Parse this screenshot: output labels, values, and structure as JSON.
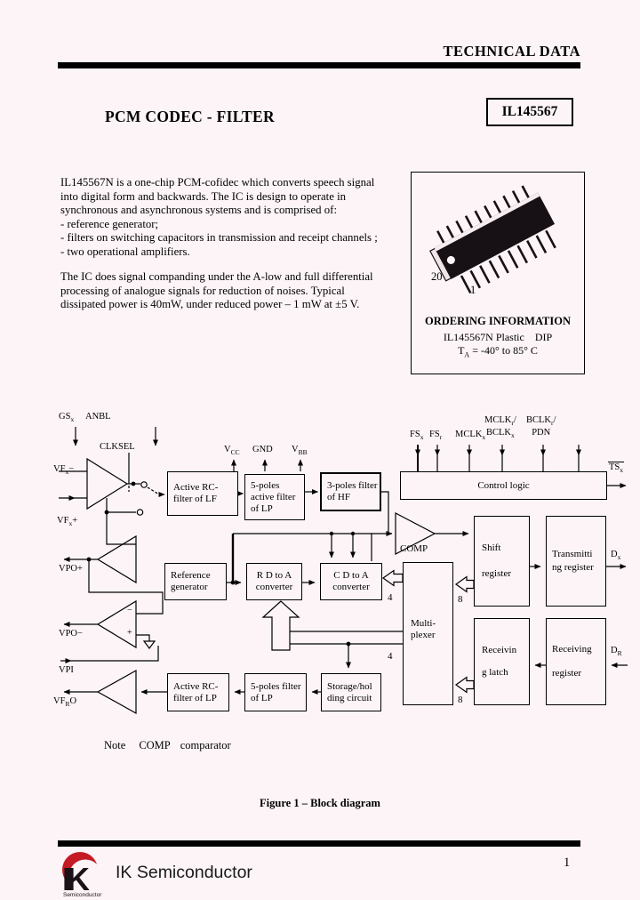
{
  "page": {
    "bg": "#fcf4f7",
    "ink": "#000000",
    "accent_red": "#c41b24"
  },
  "header": {
    "doc_type": "TECHNICAL DATA"
  },
  "title": {
    "product": "PCM CODEC - FILTER",
    "part": "IL145567"
  },
  "intro": {
    "para1": [
      "IL145567N is a one-chip PCM-cofidec which converts speech signal",
      "into digital form and backwards. The IC is design to operate in",
      "synchronous and asynchronous systems and is comprised of:",
      "- reference generator;",
      "- filters on switching capacitors in transmission and receipt channels ;",
      "- two operational amplifiers."
    ],
    "para2": [
      "The IC does signal companding under the A-low and full differential",
      "processing of analogue signals for reduction of noises. Typical",
      "dissipated power is 40mW, under reduced power – 1 mW at ±5 V."
    ]
  },
  "ordering": {
    "pin_20": "20",
    "pin_1": "1",
    "heading": "ORDERING INFORMATION",
    "package_line": "IL145567N Plastic    DIP",
    "temp_base": "T",
    "temp_sub": "A",
    "temp_rest": " = -40° to 85° C"
  },
  "diagram": {
    "blocks": {
      "active_rc_lf": {
        "lines": [
          "Active RC-",
          "filter of LF"
        ]
      },
      "lp5_active": {
        "lines": [
          "5-poles",
          "active filter",
          "of LP"
        ]
      },
      "hf3": {
        "lines": [
          "3-poles filter",
          "of HF"
        ]
      },
      "control_logic": {
        "lines": [
          "Control logic"
        ]
      },
      "ref_gen": {
        "lines": [
          "Reference",
          "generator"
        ]
      },
      "rda": {
        "lines": [
          "R D to A",
          "converter"
        ]
      },
      "cda": {
        "lines": [
          "C D to A",
          "converter"
        ]
      },
      "mux": {
        "lines": [
          "Multi-",
          "plexer"
        ]
      },
      "shift_reg": {
        "lines": [
          "Shift",
          "register"
        ]
      },
      "tx_reg": {
        "lines": [
          "Transmitti",
          "ng register"
        ]
      },
      "rx_latch": {
        "lines": [
          "Receivin",
          "g latch"
        ]
      },
      "rx_reg": {
        "lines": [
          "Receiving",
          "register"
        ]
      },
      "storage": {
        "lines": [
          "Storage/hol",
          "ding circuit"
        ]
      },
      "lp5": {
        "lines": [
          "5-poles filter",
          "of LP"
        ]
      },
      "active_rc_lp": {
        "lines": [
          "Active RC-",
          "filter of LP"
        ]
      }
    },
    "comp_label": "COMP",
    "pins": {
      "gsx": {
        "b": "GS",
        "s": "x"
      },
      "anbl": {
        "b": "ANBL"
      },
      "clksel": {
        "b": "CLKSEL"
      },
      "vfx_minus": {
        "b": "VF",
        "s": "x",
        "a": "−"
      },
      "vfx_plus": {
        "b": "VF",
        "s": "x",
        "a": "+"
      },
      "vpo_plus": {
        "b": "VPO+"
      },
      "vpo_minus": {
        "b": "VPO−"
      },
      "vpi": {
        "b": "VPI"
      },
      "vfro": {
        "b": "VF",
        "s": "R",
        "a": "O"
      },
      "vcc": {
        "b": "V",
        "s": "CC"
      },
      "gnd": {
        "b": "GND"
      },
      "vbb": {
        "b": "V",
        "s": "BB"
      },
      "fsx": {
        "b": "FS",
        "s": "x"
      },
      "fsr": {
        "b": "FS",
        "s": "r"
      },
      "mclkx": {
        "b": "MCLK",
        "s": "x"
      },
      "mclkr": {
        "b": "MCLK",
        "s": "r",
        "a": "/"
      },
      "bclkx": {
        "b": "BCLK",
        "s": "x"
      },
      "bclkr": {
        "b": "BCLK",
        "s": "r",
        "a": "/"
      },
      "pdn": {
        "b": "PDN"
      },
      "tsx": {
        "b": "TS",
        "s": "x"
      },
      "dx": {
        "b": "D",
        "s": "x"
      },
      "dr": {
        "b": "D",
        "s": "R"
      }
    },
    "bus": {
      "four": "4",
      "eight": "8"
    },
    "opamp": {
      "minus": "−",
      "plus": "+"
    },
    "note": {
      "label": "Note",
      "term": "COMP",
      "desc": "comparator"
    }
  },
  "figure": {
    "caption": "Figure 1 – Block diagram"
  },
  "footer": {
    "logo_ik": "IK",
    "logo_sub": "Semiconductor",
    "company": "IK Semiconductor",
    "page": "1"
  }
}
